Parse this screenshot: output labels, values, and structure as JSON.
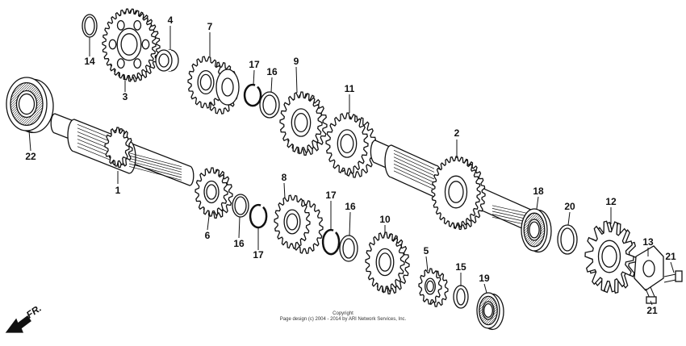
{
  "diagram": {
    "type": "exploded-parts-diagram",
    "callouts": {
      "c1": "1",
      "c2": "2",
      "c3": "3",
      "c4": "4",
      "c5": "5",
      "c6": "6",
      "c7": "7",
      "c8": "8",
      "c9": "9",
      "c10": "10",
      "c11": "11",
      "c12": "12",
      "c13": "13",
      "c14": "14",
      "c15": "15",
      "c16a": "16",
      "c16b": "16",
      "c16c": "16",
      "c17a": "17",
      "c17b": "17",
      "c17c": "17",
      "c18": "18",
      "c19": "19",
      "c20": "20",
      "c21a": "21",
      "c21b": "21",
      "c22": "22"
    },
    "direction_label": "FR.",
    "copyright_line1": "Copyright",
    "copyright_line2": "Page design (c) 2004 - 2014 by ARI Network Services, Inc."
  }
}
